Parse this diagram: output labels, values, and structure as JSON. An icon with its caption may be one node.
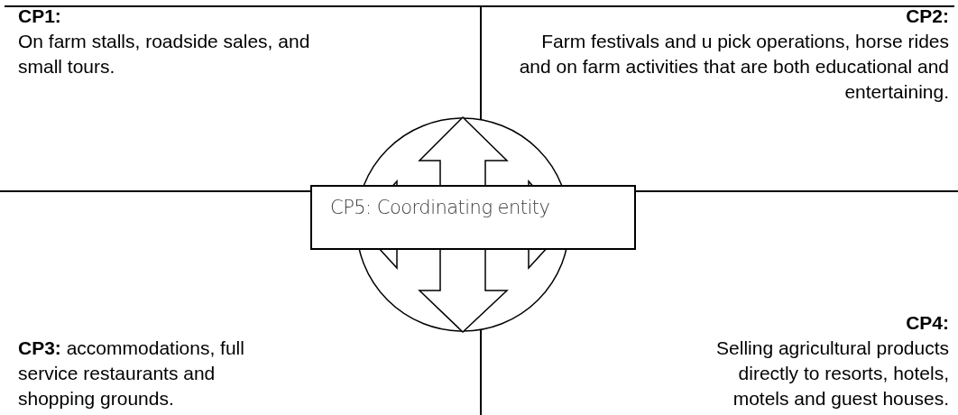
{
  "diagram": {
    "nodes": [
      {
        "text": [
          "CP1:",
          "On farm stalls, roadside sales, and small tours."
        ]
      },
      {
        "text": [
          "CP2:",
          "Farm festivals and u pick operations, horse rides and on farm activities that are both educational and entertaining."
        ]
      },
      {
        "text": [],
        "shape": "circle"
      },
      {
        "text": [
          "CP5: Coordinating entity"
        ]
      },
      {
        "text": [
          "**CP3:** accommodations, full service restaurants and shopping grounds."
        ]
      },
      {
        "text": [
          "CP4:",
          "Selling agricultural products directly to resorts, hotels, motels and guest houses."
        ]
      }
    ]
  }
}
